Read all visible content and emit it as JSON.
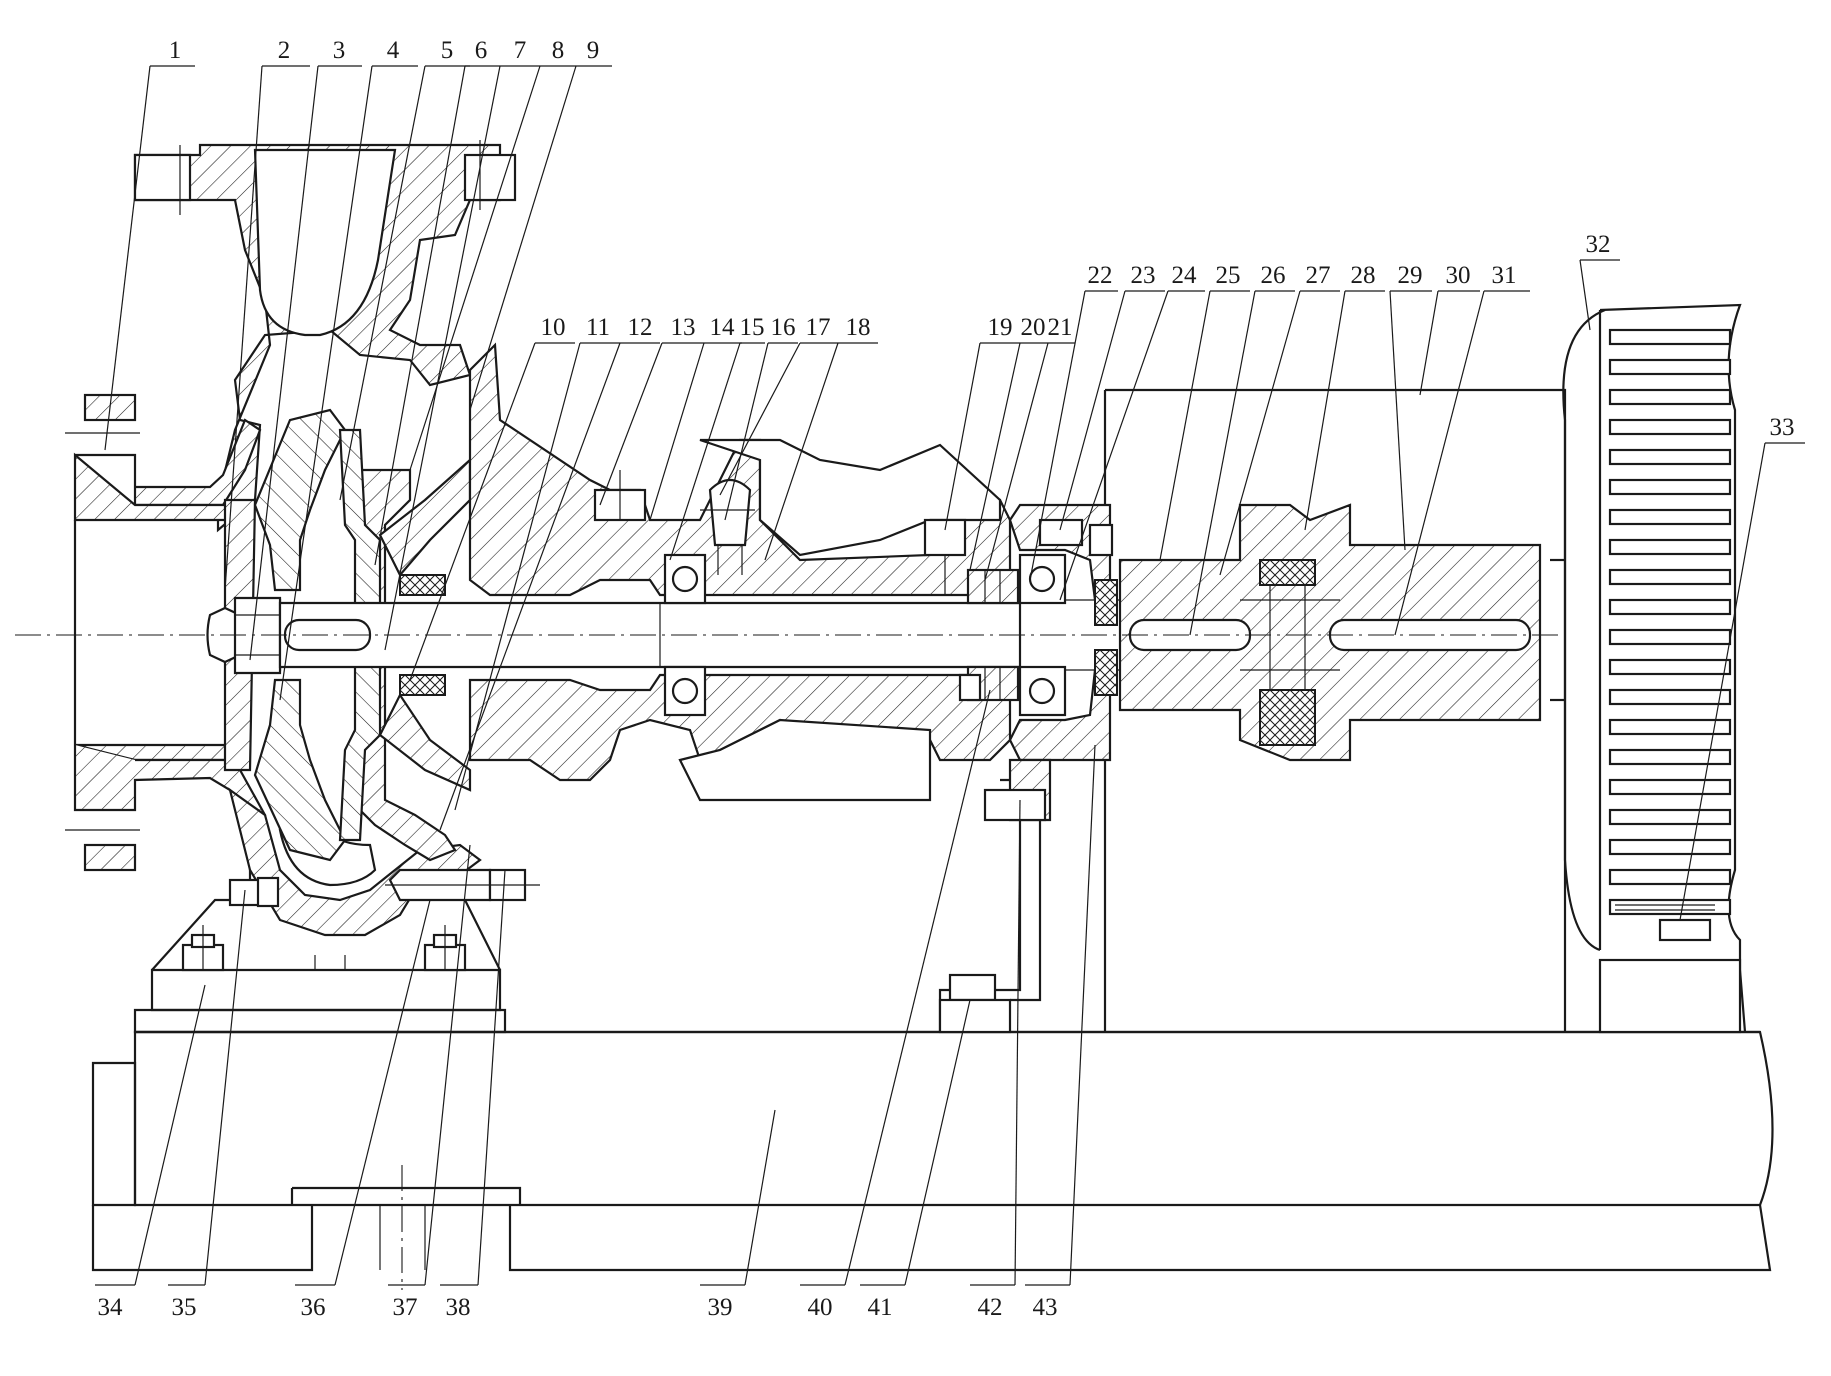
{
  "title": "",
  "part_numbers": [
    "1",
    "2",
    "3",
    "4",
    "5",
    "6",
    "7",
    "8",
    "9",
    "10",
    "11",
    "12",
    "13",
    "14",
    "15",
    "16",
    "17",
    "18",
    "19",
    "20",
    "21",
    "22",
    "23",
    "24",
    "25",
    "26",
    "27",
    "28",
    "29",
    "30",
    "31",
    "32",
    "33",
    "34",
    "35",
    "36",
    "37",
    "38",
    "39",
    "40",
    "41",
    "42",
    "43"
  ],
  "colors": {
    "ink": "#1a1a1a",
    "paper": "#ffffff"
  }
}
